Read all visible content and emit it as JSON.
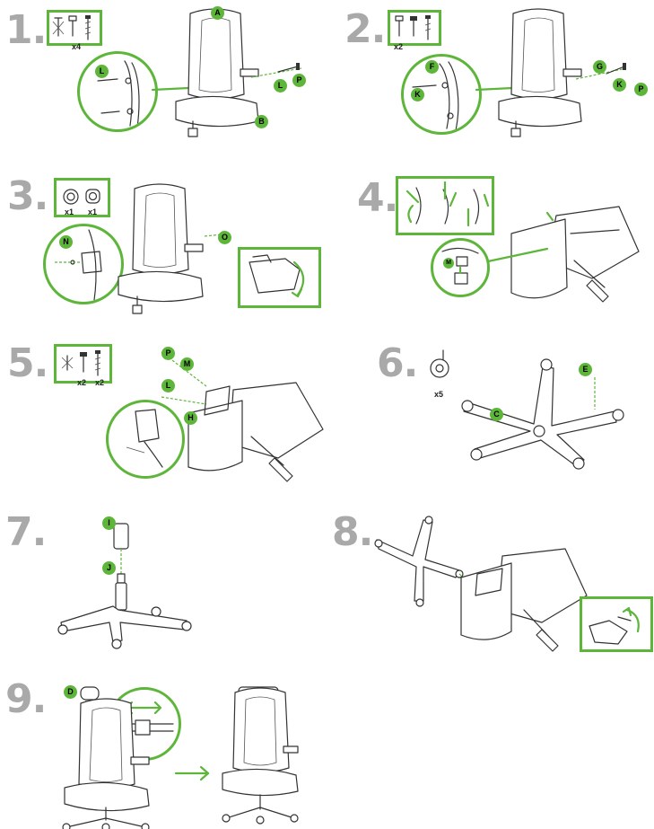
{
  "steps": [
    {
      "number": "1.",
      "parts_qty": "x4",
      "labels": [
        "A",
        "B",
        "L",
        "L",
        "P"
      ]
    },
    {
      "number": "2.",
      "parts_qty": "x2",
      "labels": [
        "F",
        "K",
        "G",
        "K",
        "P"
      ]
    },
    {
      "number": "3.",
      "parts_qty_1": "x1",
      "parts_qty_2": "x1",
      "labels": [
        "N",
        "O"
      ]
    },
    {
      "number": "4.",
      "labels": [
        "M"
      ]
    },
    {
      "number": "5.",
      "parts_qty_1": "x2",
      "parts_qty_2": "x2",
      "labels": [
        "P",
        "M",
        "L",
        "H"
      ]
    },
    {
      "number": "6.",
      "qty": "x5",
      "labels": [
        "C",
        "E"
      ]
    },
    {
      "number": "7.",
      "labels": [
        "I",
        "J"
      ]
    },
    {
      "number": "8.",
      "labels": []
    },
    {
      "number": "9.",
      "labels": [
        "D"
      ]
    }
  ],
  "colors": {
    "accent": "#5db63a",
    "step_number": "#a9a9a9",
    "line": "#333333"
  },
  "icons": [
    "screw-icon",
    "bolt-icon",
    "washer-icon",
    "caster-icon",
    "arrow-icon",
    "chair-icon",
    "gas-lift-icon",
    "base-icon"
  ]
}
